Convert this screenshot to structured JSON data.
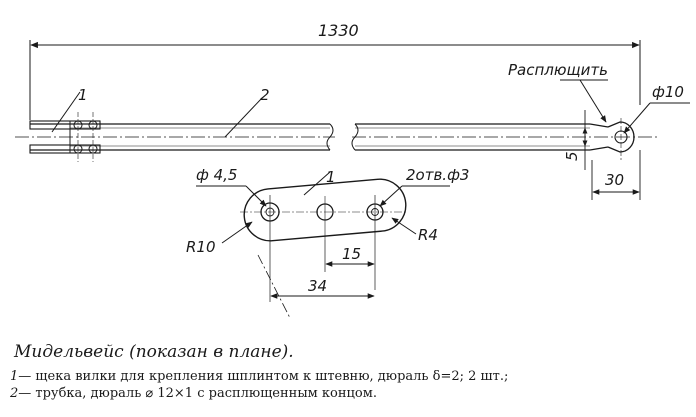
{
  "dimensions": {
    "total_length": "1330",
    "flatten_note": "Расплющить",
    "hole_dia_end": "ф10",
    "flat_thickness": "5",
    "end_length": "30",
    "hole_dia_left": "ф 4,5",
    "holes_note": "2отв.ф3",
    "radius_left": "R10",
    "radius_right": "R4",
    "hole_spacing": "15",
    "overall_spacing": "34"
  },
  "part_labels": {
    "cheek": "1",
    "tube": "2",
    "cheek_detail": "1"
  },
  "caption": {
    "title": "Мидельвейс (показан в плане).",
    "legend": [
      {
        "num": "1",
        "text": "— щека вилки для крепления шплинтом к штевню, дюраль δ=2; 2 шт.;"
      },
      {
        "num": "2",
        "text": "— трубка, дюраль ⌀ 12×1 с расплющенным концом."
      }
    ]
  }
}
